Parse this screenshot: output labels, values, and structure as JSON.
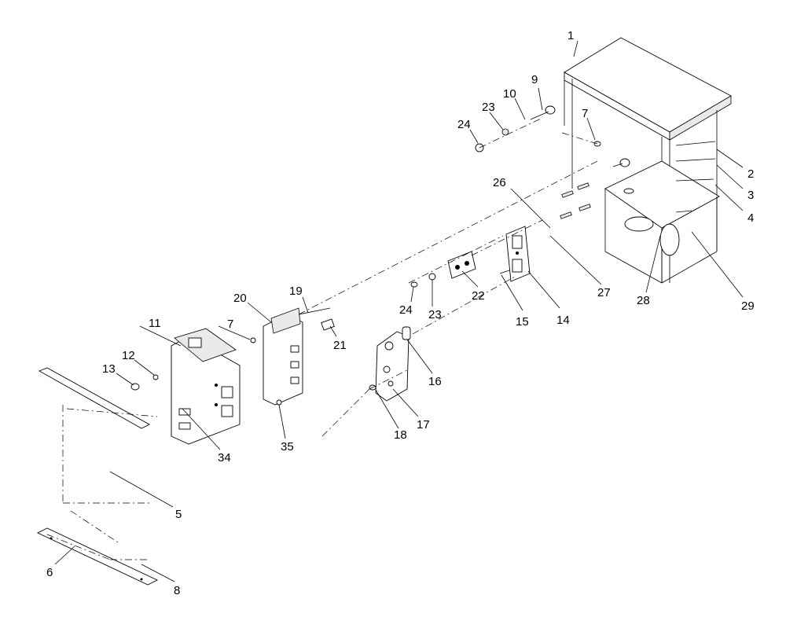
{
  "diagram": {
    "callouts": [
      {
        "id": "c1",
        "text": "1"
      },
      {
        "id": "c2",
        "text": "2"
      },
      {
        "id": "c3",
        "text": "3"
      },
      {
        "id": "c4",
        "text": "4"
      },
      {
        "id": "c5",
        "text": "5"
      },
      {
        "id": "c6",
        "text": "6"
      },
      {
        "id": "c7a",
        "text": "7"
      },
      {
        "id": "c7b",
        "text": "7"
      },
      {
        "id": "c8",
        "text": "8"
      },
      {
        "id": "c9",
        "text": "9"
      },
      {
        "id": "c10",
        "text": "10"
      },
      {
        "id": "c11",
        "text": "11"
      },
      {
        "id": "c12",
        "text": "12"
      },
      {
        "id": "c13",
        "text": "13"
      },
      {
        "id": "c14",
        "text": "14"
      },
      {
        "id": "c15",
        "text": "15"
      },
      {
        "id": "c16",
        "text": "16"
      },
      {
        "id": "c17",
        "text": "17"
      },
      {
        "id": "c18",
        "text": "18"
      },
      {
        "id": "c19",
        "text": "19"
      },
      {
        "id": "c20",
        "text": "20"
      },
      {
        "id": "c21",
        "text": "21"
      },
      {
        "id": "c22",
        "text": "22"
      },
      {
        "id": "c23a",
        "text": "23"
      },
      {
        "id": "c23b",
        "text": "23"
      },
      {
        "id": "c24a",
        "text": "24"
      },
      {
        "id": "c24b",
        "text": "24"
      },
      {
        "id": "c26",
        "text": "26"
      },
      {
        "id": "c27",
        "text": "27"
      },
      {
        "id": "c28",
        "text": "28"
      },
      {
        "id": "c29",
        "text": "29"
      },
      {
        "id": "c34",
        "text": "34"
      },
      {
        "id": "c35",
        "text": "35"
      }
    ]
  }
}
